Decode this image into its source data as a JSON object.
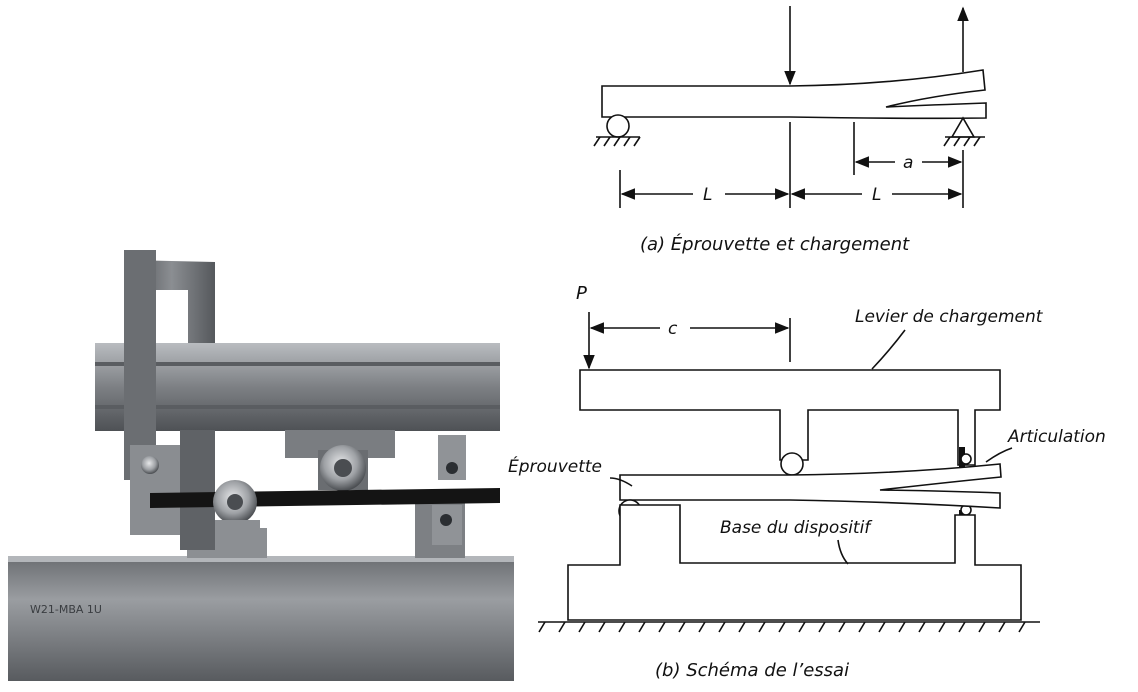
{
  "diagram": {
    "panel_a": {
      "caption": "(a) Éprouvette et chargement",
      "label_left_span": "L",
      "label_right_span": "L",
      "label_crack": "a"
    },
    "panel_b": {
      "caption": "(b) Schéma de l’essai",
      "label_force": "P",
      "label_offset": "c",
      "label_lever": "Levier de chargement",
      "label_hinge": "Articulation",
      "label_specimen": "Éprouvette",
      "label_base": "Base du dispositif"
    },
    "photo": {
      "engraving": "W21-MBA 1U"
    }
  },
  "colors": {
    "ink": "#111111",
    "steel_dark": "#5c5f63",
    "steel_mid": "#8d9196",
    "steel_light": "#c3c6ca",
    "specimen_black": "#141414"
  }
}
